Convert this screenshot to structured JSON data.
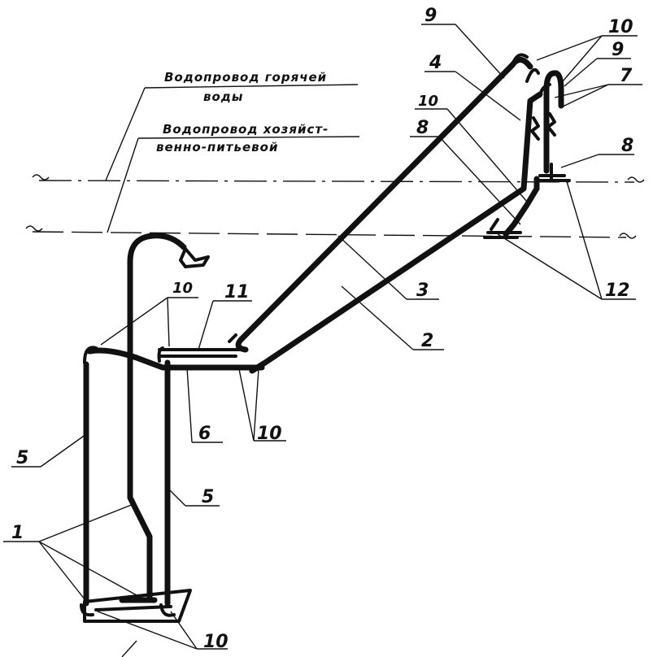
{
  "captions": {
    "hot_water": [
      "Водопровод горячей",
      "воды"
    ],
    "drinking_water": [
      "Водопровод хозяйст-",
      "венно-питьевой"
    ]
  },
  "callouts": {
    "c1": "1",
    "c2": "2",
    "c3": "3",
    "c4": "4",
    "c5_left": "5",
    "c5_right": "5",
    "c6": "6",
    "c7": "7",
    "c8_left": "8",
    "c8_right": "8",
    "c9_left": "9",
    "c9_right": "9",
    "c10_top_right": "10",
    "c10_mid": "10",
    "c10_upper_left": "10",
    "c10_lower_mid": "10",
    "c10_bottom": "10",
    "c11": "11",
    "c12": "12"
  },
  "colors": {
    "ink": "#111111",
    "paper": "#ffffff"
  }
}
